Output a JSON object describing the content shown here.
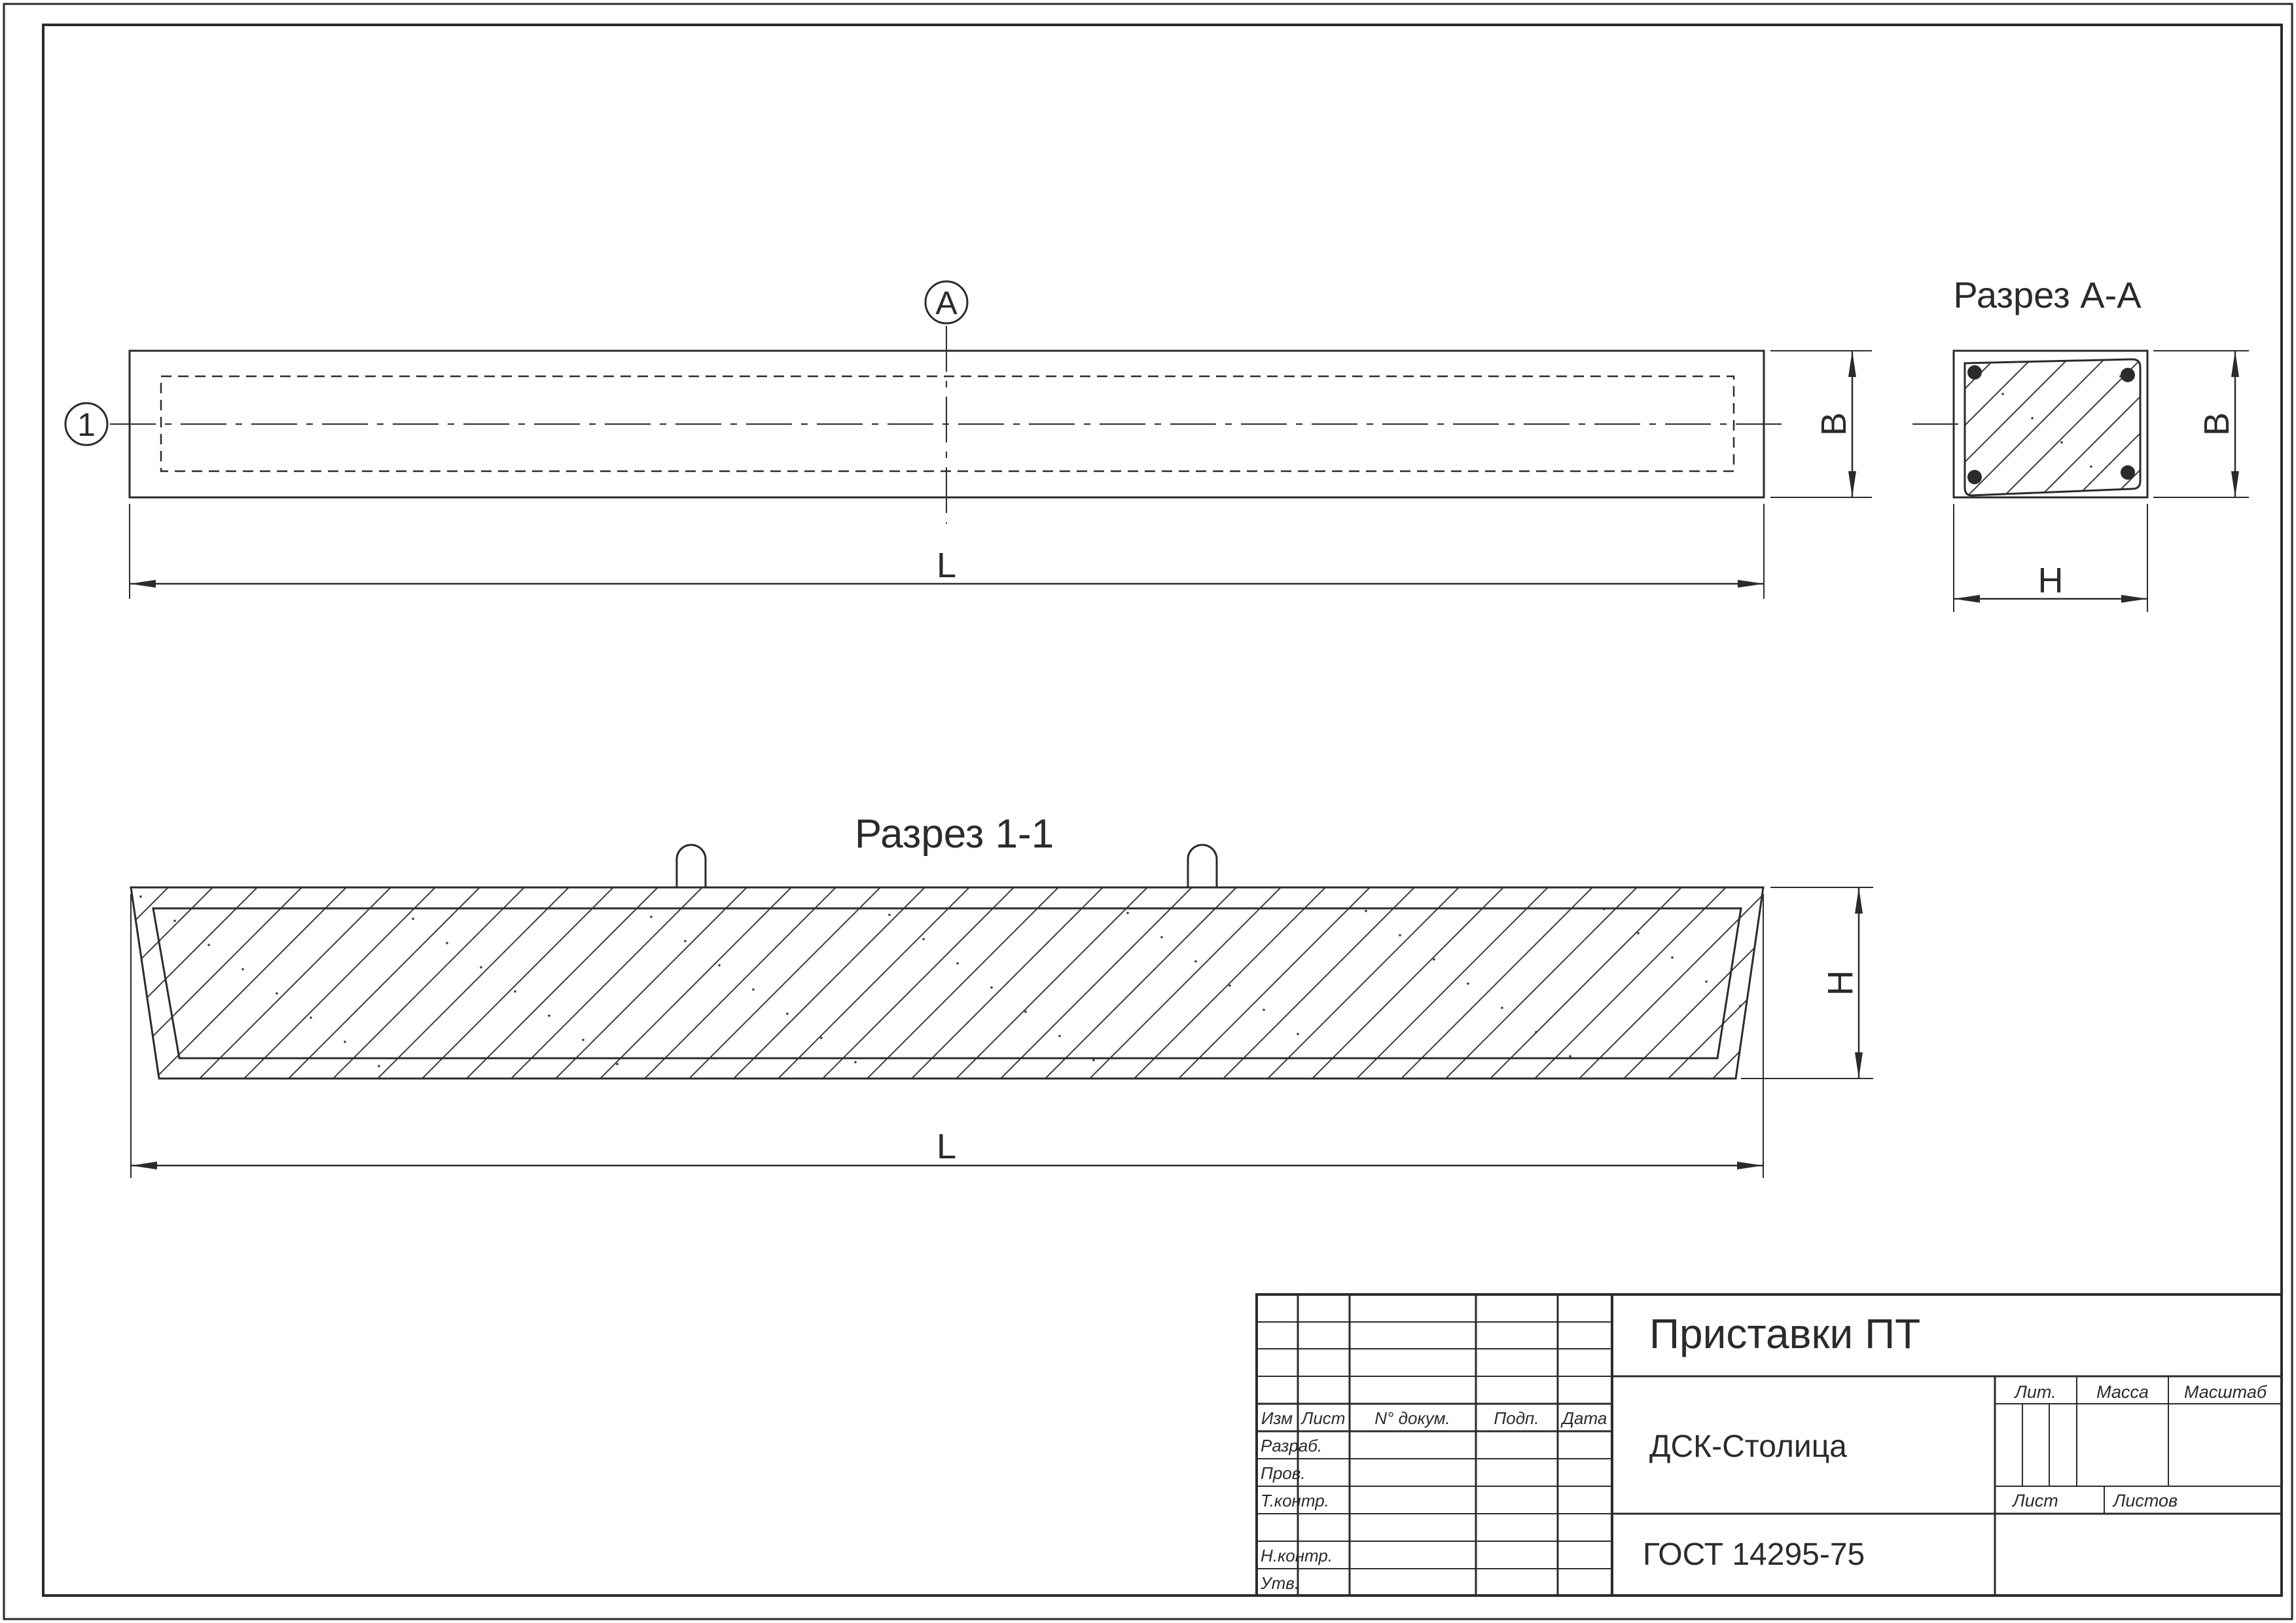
{
  "views": {
    "plan": {
      "axis_marker": "A",
      "callout_marker": "1",
      "length_label": "L",
      "width_label": "B"
    },
    "section_aa": {
      "title": "Разрез А-А",
      "width_label": "B",
      "height_label": "H"
    },
    "section_11": {
      "title": "Разрез 1-1",
      "height_label": "H",
      "length_label": "L"
    }
  },
  "title_block": {
    "product_name": "Приставки ПТ",
    "organization": "ДСК-Столица",
    "standard": "ГОСТ 14295-75",
    "header_cols": {
      "izm": "Изм",
      "list": "Лист",
      "doc_no": "N° докум.",
      "sign": "Подп.",
      "date": "Дата"
    },
    "roles": {
      "developed": "Разраб.",
      "checked": "Пров.",
      "tech_control": "Т.контр.",
      "norm_control": "Н.контр.",
      "approved": "Утв."
    },
    "meta": {
      "lit": "Лит.",
      "mass": "Масса",
      "scale": "Масштаб",
      "sheet": "Лист",
      "sheets": "Листов"
    }
  },
  "colors": {
    "line": "#2b2b2b",
    "paper": "#ffffff",
    "hatch": "#3a3a3a"
  }
}
